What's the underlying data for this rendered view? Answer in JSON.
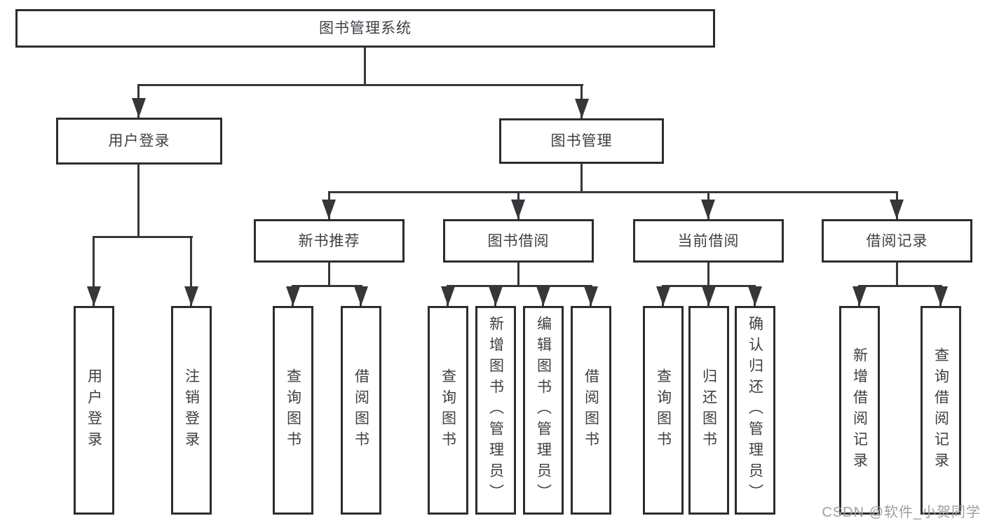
{
  "root": {
    "label": "图书管理系统"
  },
  "level1": [
    {
      "label": "用户登录"
    },
    {
      "label": "图书管理"
    }
  ],
  "level2": [
    {
      "label": "新书推荐"
    },
    {
      "label": "图书借阅"
    },
    {
      "label": "当前借阅"
    },
    {
      "label": "借阅记录"
    }
  ],
  "leaves": {
    "login": [
      {
        "label": "用户登录"
      },
      {
        "label": "注销登录"
      }
    ],
    "recommend": [
      {
        "label": "查询图书"
      },
      {
        "label": "借阅图书"
      }
    ],
    "borrow": [
      {
        "label": "查询图书"
      },
      {
        "label": "新增图书（管理员）"
      },
      {
        "label": "编辑图书（管理员）"
      },
      {
        "label": "借阅图书"
      }
    ],
    "current": [
      {
        "label": "查询图书"
      },
      {
        "label": "归还图书"
      },
      {
        "label": "确认归还（管理员）"
      }
    ],
    "records": [
      {
        "label": "新增借阅记录"
      },
      {
        "label": "查询借阅记录"
      }
    ]
  },
  "watermark": {
    "text": "CSDN @软件_小贺同学"
  },
  "colors": {
    "box_border": "#2b2d30",
    "connector": "#35373a",
    "text": "#3c4046",
    "watermark": "#9aa0a5",
    "background": "#ffffff"
  }
}
